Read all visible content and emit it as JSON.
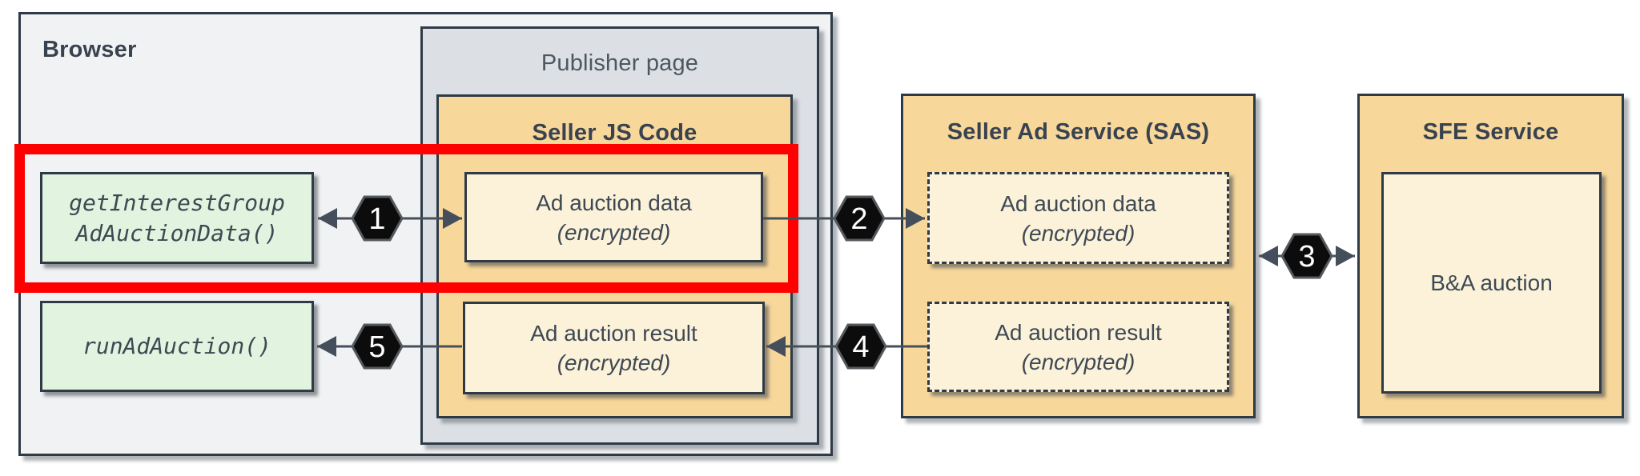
{
  "browser": {
    "label": "Browser"
  },
  "publisher": {
    "label": "Publisher page"
  },
  "seller_js": {
    "label": "Seller JS Code",
    "data_box": {
      "line1": "Ad auction data",
      "line2": "(encrypted)"
    },
    "result_box": {
      "line1": "Ad auction result",
      "line2": "(encrypted)"
    }
  },
  "api": {
    "get_interest_group": {
      "line1": "getInterestGroup",
      "line2": "AdAuctionData()"
    },
    "run_ad_auction": {
      "line1": "runAdAuction()"
    }
  },
  "sas": {
    "label": "Seller Ad Service (SAS)",
    "data_box": {
      "line1": "Ad auction data",
      "line2": "(encrypted)"
    },
    "result_box": {
      "line1": "Ad auction result",
      "line2": "(encrypted)"
    }
  },
  "sfe": {
    "label": "SFE Service",
    "auction_box": "B&A auction"
  },
  "steps": {
    "s1": "1",
    "s2": "2",
    "s3": "3",
    "s4": "4",
    "s5": "5"
  },
  "colors": {
    "border": "#2e3b47",
    "text": "#3e4954",
    "orange": "#f8d79b",
    "cream": "#fcf2da",
    "green": "#e2f4df",
    "browser_bg": "#f1f2f4",
    "publisher_bg": "#dce0e5",
    "highlight_red": "#fe0000",
    "hexagon_black": "#0c0c0c",
    "arrow": "#454f5b"
  }
}
